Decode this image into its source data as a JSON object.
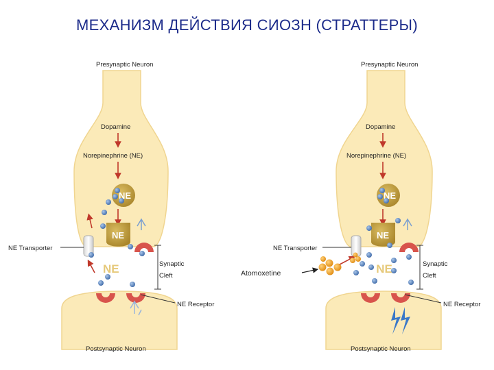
{
  "title": "МЕХАНИЗМ ДЕЙСТВИЯ СИОЗН (СТРАТТЕРЫ)",
  "labels": {
    "presynaptic": "Presynaptic Neuron",
    "dopamine": "Dopamine",
    "norepinephrine": "Norepinephrine (NE)",
    "ne": "NE",
    "ne_transporter": "NE Transporter",
    "synaptic": "Synaptic",
    "cleft": "Cleft",
    "ne_receptor": "NE Receptor",
    "postsynaptic": "Postsynaptic Neuron",
    "atomoxetine": "Atomoxetine"
  },
  "colors": {
    "title": "#1c2b8a",
    "neuron_fill": "#fbeab8",
    "neuron_edge": "#f0d590",
    "vesicle": "#b8963a",
    "molecule": "#4f7bb8",
    "receptor": "#d8544c",
    "arrow_red": "#c0392b",
    "atomoxetine": "#f0a020",
    "signal_blue": "#3a78c8"
  }
}
